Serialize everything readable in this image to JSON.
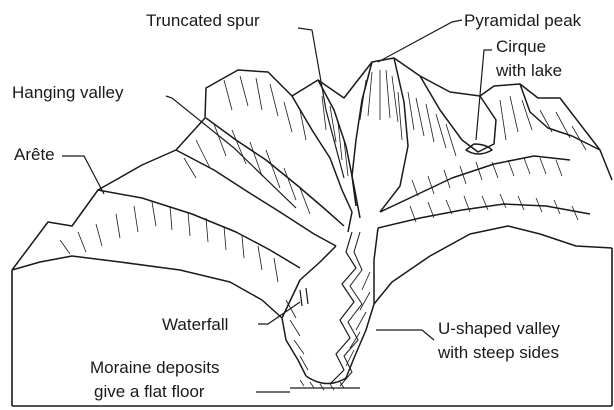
{
  "labels": {
    "truncated_spur": "Truncated spur",
    "pyramidal_peak": "Pyramidal peak",
    "cirque_line1": "Cirque",
    "cirque_line2": "with lake",
    "hanging_valley": "Hanging valley",
    "arete": "Arête",
    "waterfall": "Waterfall",
    "u_valley_line1": "U-shaped valley",
    "u_valley_line2": "with steep sides",
    "moraine_line1": "Moraine deposits",
    "moraine_line2": "give a flat floor"
  },
  "colors": {
    "ink": "#1a1a1a",
    "paper": "#ffffff"
  }
}
